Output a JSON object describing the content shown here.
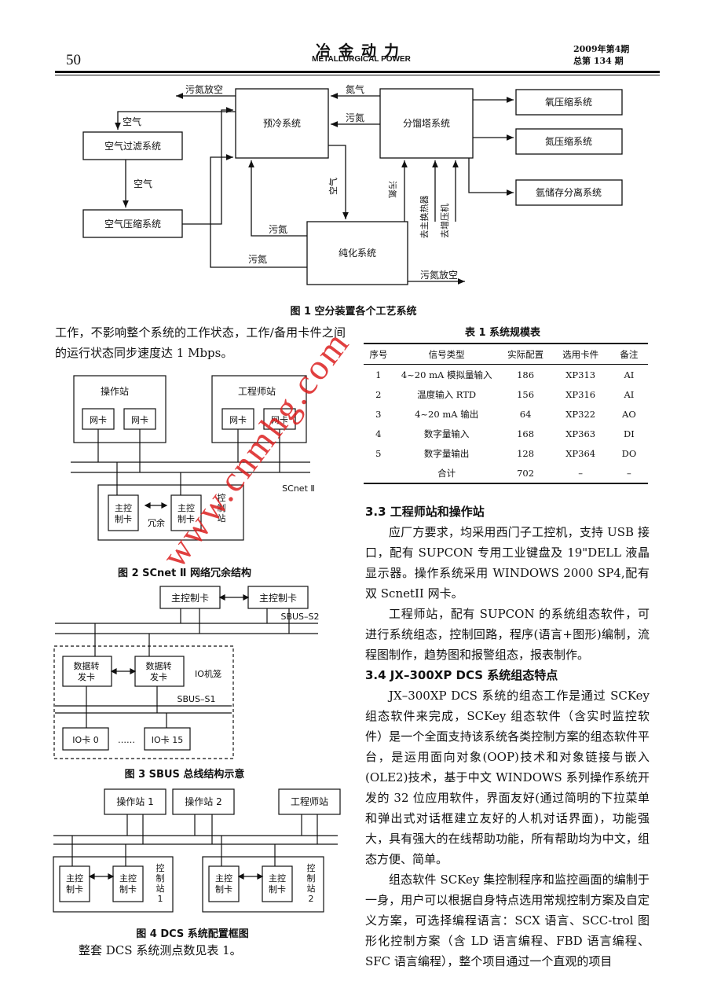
{
  "header": {
    "page_number": "50",
    "journal_cn": "冶金动力",
    "journal_en": "METALLURGICAL POWER",
    "issue_line1": "2009年第4期",
    "issue_line2": "总第 134 期"
  },
  "fig1": {
    "caption": "图 1   空分装置各个工艺系统",
    "boxes": {
      "precool": "预冷系统",
      "fractionation": "分馏塔系统",
      "oxygen": "氧压缩系统",
      "nitrogen": "氮压缩系统",
      "argon": "氩储存分离系统",
      "air_filter": "空气过滤系统",
      "air_compress": "空气压缩系统",
      "purify": "纯化系统"
    },
    "labels": {
      "vent_top": "污氮放空",
      "air_top": "空气",
      "air_mid": "空气",
      "nitrogen_top": "氮气",
      "dirty_n_top": "污氮",
      "air_vertical": "空气",
      "dirty_n_vertical": "污氮",
      "to_main_hx": "去主换热器",
      "to_booster": "去增压机",
      "dirty_n_mid": "污氮",
      "dirty_n_left": "污氮",
      "vent_bottom": "污氮放空"
    }
  },
  "left_para": "工作，不影响整个系统的工作状态，工作/备用卡件之间的运行状态同步速度达 1 Mbps。",
  "fig2": {
    "caption": "图 2   SCnet Ⅱ 网络冗余结构",
    "operator": "操作站",
    "engineer": "工程师站",
    "netcard": "网卡",
    "main_ctrl": "主控制卡",
    "redundant": "冗余",
    "ctrl_station": "控制站",
    "scnet": "SCnet Ⅱ"
  },
  "fig3": {
    "caption": "图 3   SBUS 总线结构示意",
    "main_ctrl": "主控制卡",
    "sbus_s2": "SBUS–S2",
    "data_card": "数据转发卡",
    "io_cage": "IO机笼",
    "sbus_s1": "SBUS–S1",
    "io0": "IO卡 0",
    "dots": "……",
    "io15": "IO卡 15"
  },
  "fig4": {
    "caption": "图 4   DCS 系统配置框图",
    "op1": "操作站 1",
    "op2": "操作站 2",
    "eng": "工程师站",
    "main_ctrl": "主控制卡",
    "station1": "控制站1",
    "station2": "控制站2"
  },
  "left_bottom": "整套 DCS 系统测点数见表 1。",
  "table1": {
    "caption": "表 1   系统规模表",
    "headers": [
      "序号",
      "信号类型",
      "实际配置",
      "选用卡件",
      "备注"
    ],
    "rows": [
      [
        "1",
        "4~20 mA 模拟量输入",
        "186",
        "XP313",
        "AI"
      ],
      [
        "2",
        "温度输入 RTD",
        "156",
        "XP316",
        "AI"
      ],
      [
        "3",
        "4~20 mA 输出",
        "64",
        "XP322",
        "AO"
      ],
      [
        "4",
        "数字量输入",
        "168",
        "XP363",
        "DI"
      ],
      [
        "5",
        "数字量输出",
        "128",
        "XP364",
        "DO"
      ],
      [
        "",
        "合计",
        "702",
        "–",
        "–"
      ]
    ]
  },
  "right": {
    "sec33": "3.3  工程师站和操作站",
    "p1": "应厂方要求，均采用西门子工控机，支持 USB 接口，配有 SUPCON 专用工业键盘及 19\"DELL 液晶显示器。操作系统采用 WINDOWS 2000 SP4,配有双 ScnetII 网卡。",
    "p2": "工程师站，配有 SUPCON 的系统组态软件，可进行系统组态，控制回路，程序(语言+图形)编制，流程图制作，趋势图和报警组态，报表制作。",
    "sec34": "3.4  JX–300XP DCS 系统组态特点",
    "p3": "JX–300XP DCS 系统的组态工作是通过 SCKey 组态软件来完成，SCKey 组态软件（含实时监控软件）是一个全面支持该系统各类控制方案的组态软件平台，是运用面向对象(OOP)技术和对象链接与嵌入(OLE2)技术，基于中文 WINDOWS 系列操作系统开发的 32 位应用软件，界面友好(通过简明的下拉菜单和弹出式对话框建立友好的人机对话界面)，功能强大，具有强大的在线帮助功能，所有帮助均为中文，组态方便、简单。",
    "p4": "组态软件 SCKey 集控制程序和监控画面的编制于一身，用户可以根据自身特点选用常规控制方案及自定义方案，可选择编程语言：SCX 语言、SCC-trol 图形化控制方案（含 LD 语言编程、FBD 语言编程、SFC 语言编程），整个项目通过一个直观的项目"
  },
  "watermark": "www.cnmhg.com"
}
